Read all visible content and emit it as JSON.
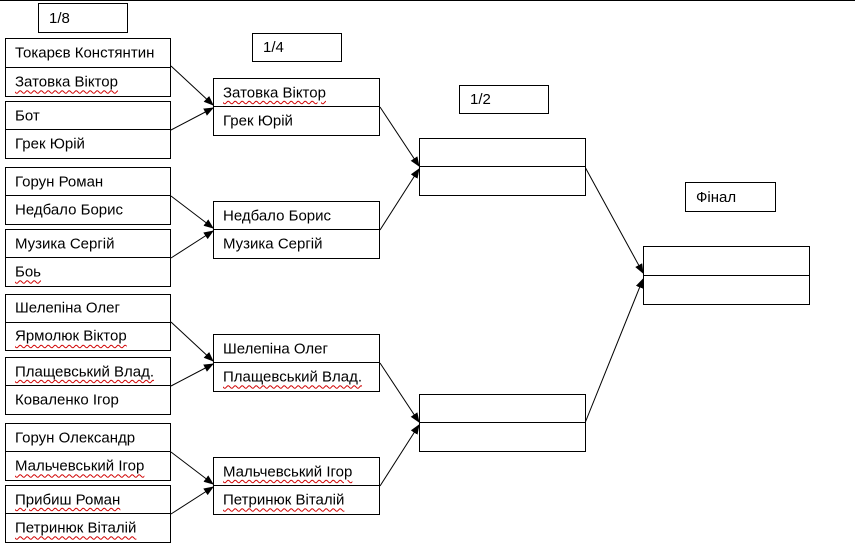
{
  "rounds": {
    "r16": "1/8",
    "qf": "1/4",
    "sf": "1/2",
    "final": "Фінал"
  },
  "round_of_16": [
    {
      "p1": "Токарєв Констянтин",
      "p2": "Затовка Віктор"
    },
    {
      "p1": "Бот",
      "p2": "Грек Юрій"
    },
    {
      "p1": "Горун Роман",
      "p2": "Недбало Борис"
    },
    {
      "p1": "Музика Сергій",
      "p2": "Боь"
    },
    {
      "p1": "Шелепіна Олег",
      "p2": "Ярмолюк Віктор"
    },
    {
      "p1": "Плащевський Влад.",
      "p2": "Коваленко Ігор"
    },
    {
      "p1": "Горун Олександр",
      "p2": "Мальчевський Ігор"
    },
    {
      "p1": "Прибиш Роман",
      "p2": "Петринюк Віталій"
    }
  ],
  "quarter_finals": [
    {
      "p1": "Затовка Віктор",
      "p2": "Грек Юрій"
    },
    {
      "p1": "Недбало Борис",
      "p2": "Музика Сергій"
    },
    {
      "p1": "Шелепіна Олег",
      "p2": "Плащевський Влад."
    },
    {
      "p1": "Мальчевський Ігор",
      "p2": "Петринюк Віталій"
    }
  ],
  "semi_finals": [
    {
      "p1": "",
      "p2": ""
    },
    {
      "p1": "",
      "p2": ""
    }
  ],
  "final_match": {
    "p1": "",
    "p2": ""
  }
}
